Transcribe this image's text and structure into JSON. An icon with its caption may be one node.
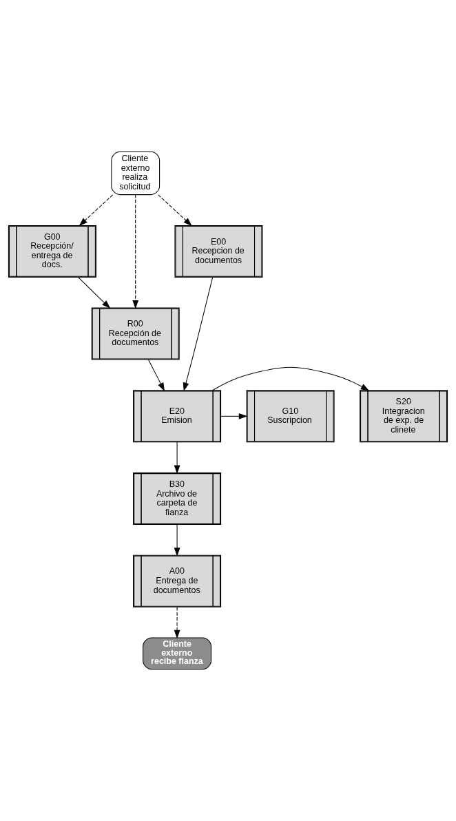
{
  "diagram": {
    "nodes": [
      {
        "text": [
          "Cliente externo realiza solicitud"
        ]
      },
      {
        "text": [
          "G00",
          "Recepción/ entrega de docs."
        ]
      },
      {
        "text": [
          "E00",
          "Recepcion de documentos"
        ]
      },
      {
        "text": [
          "R00",
          "Recepción de documentos"
        ]
      },
      {
        "text": [
          "S20",
          "Integracion de exp. de clinete"
        ]
      },
      {
        "text": [
          "E20",
          "Emision"
        ]
      },
      {
        "text": [
          "G10",
          "Suscripcion"
        ]
      },
      {
        "text": [
          "B30",
          "Archivo de carpeta de fianza"
        ]
      },
      {
        "text": [
          "A00",
          "Entrega de documentos"
        ]
      },
      {
        "text": [
          "Cliente externo recibe fianza"
        ]
      }
    ],
    "edges": [
      {
        "from": 0,
        "to": 1,
        "arrow": "to",
        "style": "dashed"
      },
      {
        "from": 0,
        "to": 2,
        "arrow": "to",
        "style": "dashed"
      },
      {
        "from": 0,
        "to": 3,
        "arrow": "to",
        "style": "dashed"
      },
      {
        "from": 1,
        "to": 3,
        "arrow": "to"
      },
      {
        "from": 3,
        "to": 5,
        "arrow": "to"
      },
      {
        "from": 2,
        "to": 5,
        "arrow": "to"
      },
      {
        "from": 5,
        "to": 4,
        "arrow": "to"
      },
      {
        "from": 5,
        "to": 6,
        "arrow": "to"
      },
      {
        "from": 5,
        "to": 7,
        "arrow": "to"
      },
      {
        "from": 7,
        "to": 8,
        "arrow": "to"
      },
      {
        "from": 8,
        "to": 9,
        "arrow": "to",
        "style": "dashed"
      }
    ]
  }
}
